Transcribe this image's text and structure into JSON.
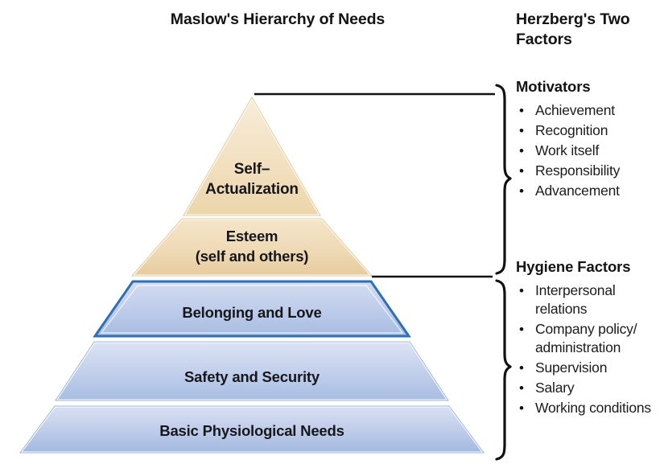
{
  "titles": {
    "maslow_line1": "Maslow's Hierarchy",
    "maslow_line2": "of Needs",
    "herzberg_line1": "Herzberg's",
    "herzberg_line2": "Two Factors"
  },
  "pyramid": {
    "tiers": [
      {
        "id": "self-actualization",
        "line1": "Self–",
        "line2": "Actualization",
        "color": "#f3e0c0",
        "group": "motivators"
      },
      {
        "id": "esteem",
        "line1": "Esteem",
        "line2": "(self and others)",
        "color": "#eed6ad",
        "group": "motivators"
      },
      {
        "id": "belonging-and-love",
        "line1": "Belonging and Love",
        "line2": "",
        "color": "#b7c8e6",
        "group": "hygiene"
      },
      {
        "id": "safety-and-security",
        "line1": "Safety and Security",
        "line2": "",
        "color": "#bccbe8",
        "group": "hygiene"
      },
      {
        "id": "basic-physiological-needs",
        "line1": "Basic Physiological Needs",
        "line2": "",
        "color": "#b8c8e7",
        "group": "hygiene"
      }
    ]
  },
  "factors": {
    "motivators": {
      "title": "Motivators",
      "bullet": "•",
      "items": [
        "Achievement",
        "Recognition",
        "Work itself",
        "Responsibility",
        "Advancement"
      ]
    },
    "hygiene": {
      "title": "Hygiene Factors",
      "bullet": "•",
      "items": [
        "Interpersonal relations",
        "Company policy/ administration",
        "Supervision",
        "Salary",
        "Working conditions"
      ]
    }
  },
  "colors": {
    "tan_top": "#f6e8cf",
    "tan_bottom": "#e8cda0",
    "blue_top": "#cfd9ee",
    "blue_bottom": "#9fb4dc",
    "blue_edge": "#2f6fb5",
    "line": "#111111",
    "text": "#131313"
  }
}
